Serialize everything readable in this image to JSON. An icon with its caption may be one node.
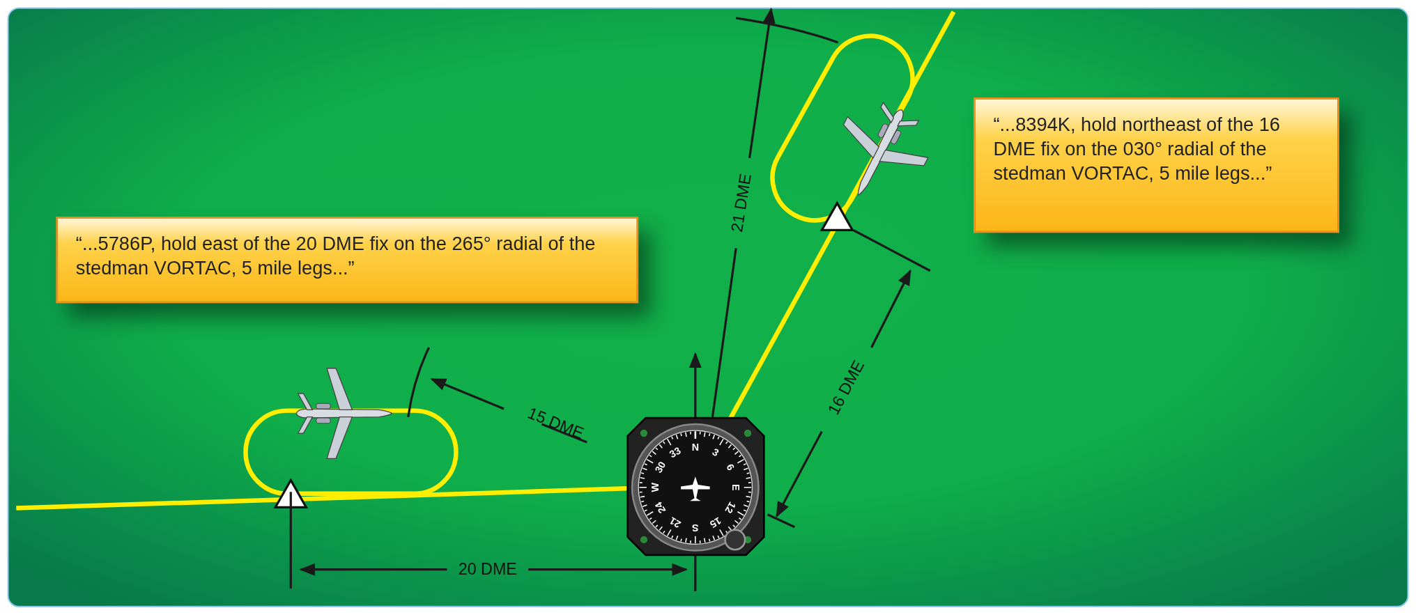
{
  "diagram": {
    "nodes": [
      {
        "text": [
          "“...5786P, hold east of the 20 DME fix on the 265° radial of the stedman VORTAC, 5 mile legs...”"
        ]
      },
      {
        "text": [
          "“...8394K, hold northeast of the 16 DME fix on the 030° radial of the stedman VORTAC, 5 mile legs...”"
        ]
      }
    ],
    "labels": [
      "15 DME",
      "20 DME",
      "21 DME",
      "16 DME",
      "N",
      "3",
      "6",
      "E",
      "12",
      "15",
      "S",
      "21",
      "24",
      "W",
      "30",
      "33"
    ]
  }
}
